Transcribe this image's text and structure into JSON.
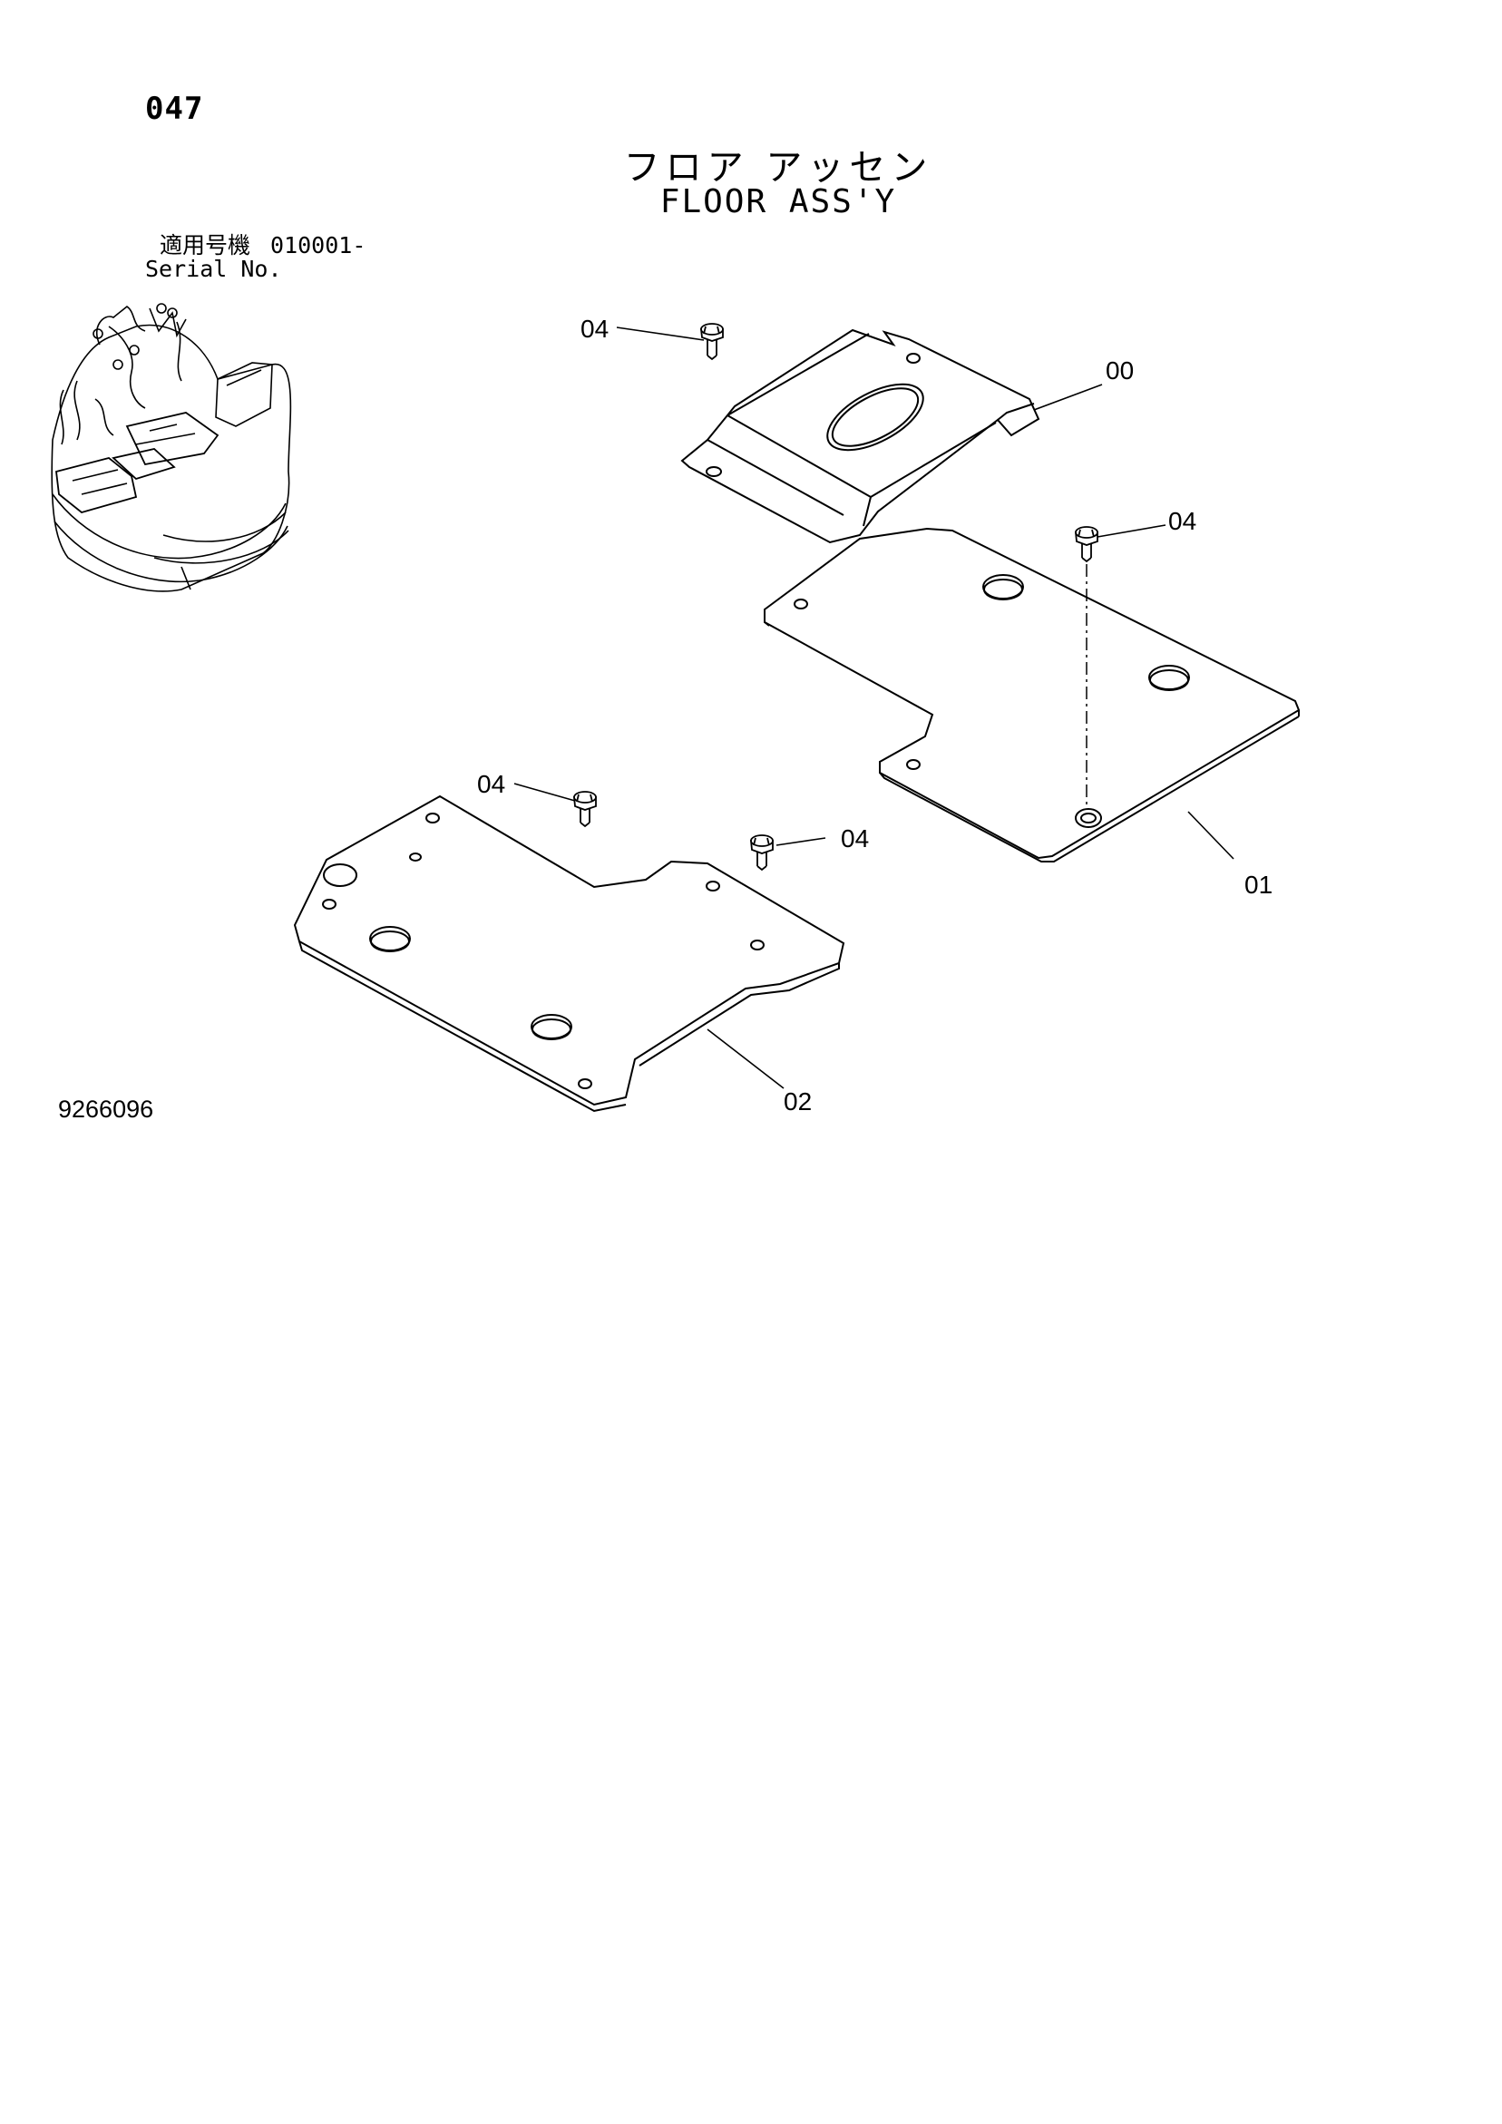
{
  "page_number": "047",
  "title_jp": "フロア アッセン",
  "title_en": "FLOOR ASS'Y",
  "serial": {
    "label_jp": "適用号機",
    "value": "010001-",
    "label_en": "Serial No."
  },
  "callouts": {
    "part_00": "00",
    "part_01": "01",
    "part_02": "02",
    "bolt_top": "04",
    "bolt_right": "04",
    "bolt_left": "04",
    "bolt_mid": "04"
  },
  "drawing_number": "9266096"
}
